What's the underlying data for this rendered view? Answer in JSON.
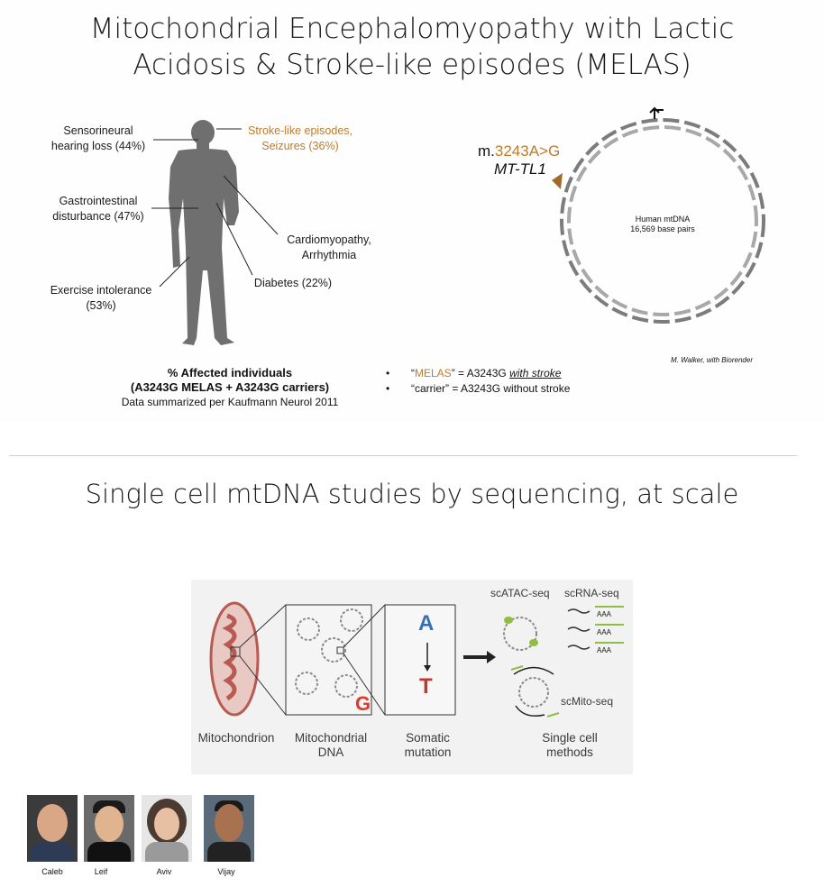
{
  "slide1": {
    "title": "Mitochondrial Encephalomyopathy with Lactic Acidosis & Stroke-like episodes (MELAS)",
    "labels": {
      "hearing": "Sensorineural hearing loss (44%)",
      "gi": "Gastrointestinal disturbance (47%)",
      "exercise": "Exercise intolerance (53%)",
      "stroke": "Stroke-like episodes, Seizures (36%)",
      "cardio": "Cardiomyopathy, Arrhythmia",
      "diabetes": "Diabetes (22%)"
    },
    "affected": {
      "line1": "% Affected individuals",
      "line2": "(A3243G MELAS + A3243G carriers)",
      "line3": "Data summarized per  Kaufmann Neurol 2011"
    },
    "mtdna": {
      "mutation_prefix": "m.",
      "mutation": "3243A>G",
      "gene": "MT-TL1",
      "center_line1": "Human mtDNA",
      "center_line2": "16,569 base pairs",
      "credit": "M. Walker, with Biorender"
    },
    "bullets": [
      {
        "q_open": "“",
        "highlight": "MELAS",
        "q_close": "” = A3243G ",
        "emph": "with stroke"
      },
      {
        "text": "“carrier” = A3243G without stroke"
      }
    ]
  },
  "slide2": {
    "title": "Single cell mtDNA studies by sequencing, at scale",
    "figure": {
      "mito_label": "Mitochondrion",
      "mtdna_label_1": "Mitochondrial",
      "mtdna_label_2": "DNA",
      "somatic_1": "Somatic",
      "somatic_2": "mutation",
      "methods_1": "Single cell",
      "methods_2": "methods",
      "base_a": "A",
      "base_t": "T",
      "base_g": "G",
      "scatac": "scATAC-seq",
      "scrna": "scRNA-seq",
      "scmito": "scMito-seq",
      "polya": "AAA",
      "colors": {
        "a": "#3a6fb0",
        "t": "#c0392b",
        "g": "#e03a2a",
        "mito": "#b85a52",
        "green": "#8fbf3f"
      }
    },
    "people": [
      "Caleb",
      "Leif",
      "Aviv",
      "Vijay"
    ]
  }
}
